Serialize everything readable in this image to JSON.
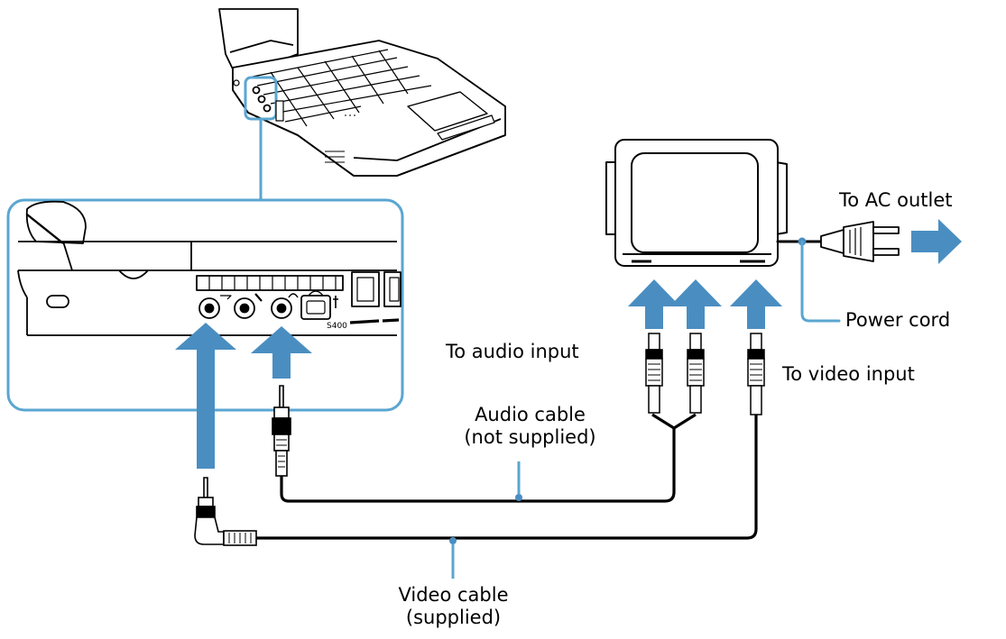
{
  "labels": {
    "ac_outlet": "To AC outlet",
    "power_cord": "Power cord",
    "audio_input": "To audio input",
    "video_input": "To video input",
    "audio_cable_line1": "Audio cable",
    "audio_cable_line2": "(not supplied)",
    "video_cable_line1": "Video cable",
    "video_cable_line2": "(supplied)",
    "firewire_port": "S400"
  },
  "colors": {
    "arrow": "#4a8ec1",
    "callout": "#5aa6d1",
    "line": "#000000",
    "background": "#ffffff"
  }
}
